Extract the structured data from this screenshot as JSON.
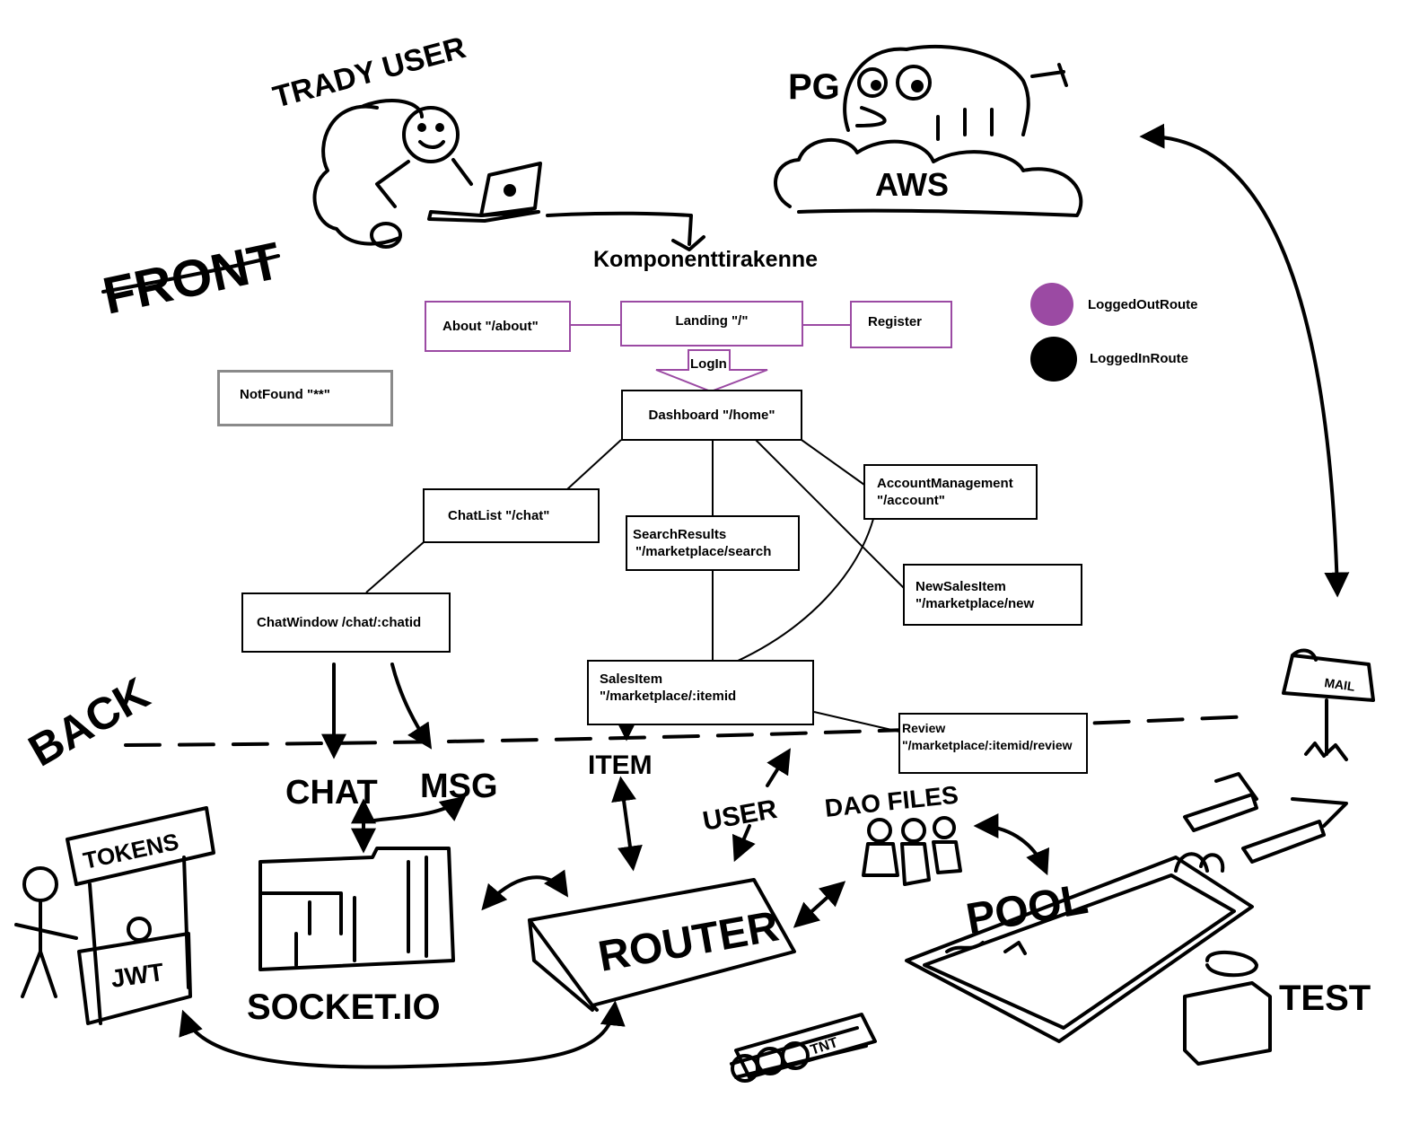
{
  "title": "Komponenttirakenne",
  "legend": {
    "logged_out": {
      "label": "LoggedOutRoute",
      "color": "#9b4aa3"
    },
    "logged_in": {
      "label": "LoggedInRoute",
      "color": "#000000"
    }
  },
  "components": {
    "about": "About \"/about\"",
    "landing": "Landing \"/\"",
    "register": "Register",
    "login": "LogIn",
    "notfound": "NotFound \"**\"",
    "dashboard": "Dashboard \"/home\"",
    "chatlist": "ChatList \"/chat\"",
    "search_name": "SearchResults",
    "search_path": "\"/marketplace/search",
    "account_name": "AccountManagement",
    "account_path": "\"/account\"",
    "newsales_name": "NewSalesItem",
    "newsales_path": "\"/marketplace/new",
    "chatwindow": "ChatWindow /chat/:chatid",
    "salesitem_name": "SalesItem",
    "salesitem_path": "\"/marketplace/:itemid",
    "review_name": "Review",
    "review_path": "\"/marketplace/:itemid/review"
  },
  "sketch_labels": {
    "trady_user": "TRADY USER",
    "front": "FRONT",
    "pg": "PG",
    "aws": "AWS",
    "back": "BACK",
    "chat": "CHAT",
    "msg": "MSG",
    "item": "ITEM",
    "user": "USER",
    "dao_files": "DAO FILES",
    "tokens": "TOKENS",
    "jwt": "JWT",
    "socket": "SOCKET.IO",
    "router": "ROUTER",
    "pool": "POOL",
    "test": "TEST",
    "mail": "MAIL",
    "tnt": "TNT"
  },
  "colors": {
    "purple": "#9b4aa3",
    "gray": "#8a8a8a",
    "ink": "#000000"
  }
}
